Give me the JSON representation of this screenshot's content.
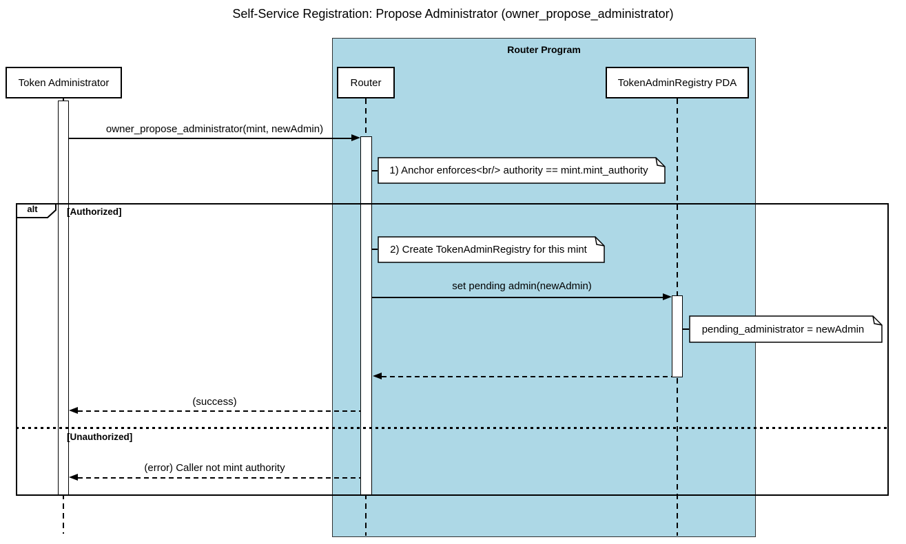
{
  "title": "Self-Service Registration: Propose Administrator (owner_propose_administrator)",
  "group": {
    "label": "Router Program",
    "fill_color": "#ADD8E6"
  },
  "participants": {
    "token_admin": {
      "label": "Token Administrator"
    },
    "router": {
      "label": "Router",
      "group": "Router Program"
    },
    "registry_pda": {
      "label": "TokenAdminRegistry PDA",
      "group": "Router Program"
    }
  },
  "messages": {
    "propose": {
      "label": "owner_propose_administrator(mint, newAdmin)",
      "from": "Token Administrator",
      "to": "Router",
      "style": "solid"
    },
    "set_pending": {
      "label": "set pending admin(newAdmin)",
      "from": "Router",
      "to": "TokenAdminRegistry PDA",
      "style": "solid"
    },
    "pda_return": {
      "label": "",
      "from": "TokenAdminRegistry PDA",
      "to": "Router",
      "style": "dashed"
    },
    "success": {
      "label": "(success)",
      "from": "Router",
      "to": "Token Administrator",
      "style": "dashed"
    },
    "error": {
      "label": "(error) Caller not mint authority",
      "from": "Router",
      "to": "Token Administrator",
      "style": "dashed"
    }
  },
  "notes": {
    "anchor_enforces": {
      "text": "1) Anchor enforces<br/> authority == mint.mint_authority",
      "attached_to": "Router"
    },
    "create_registry": {
      "text": "2) Create TokenAdminRegistry for this mint",
      "attached_to": "Router"
    },
    "pending_admin": {
      "text": "pending_administrator = newAdmin",
      "attached_to": "TokenAdminRegistry PDA"
    }
  },
  "alt": {
    "operator": "alt",
    "authorized": "[Authorized]",
    "unauthorized": "[Unauthorized]"
  }
}
